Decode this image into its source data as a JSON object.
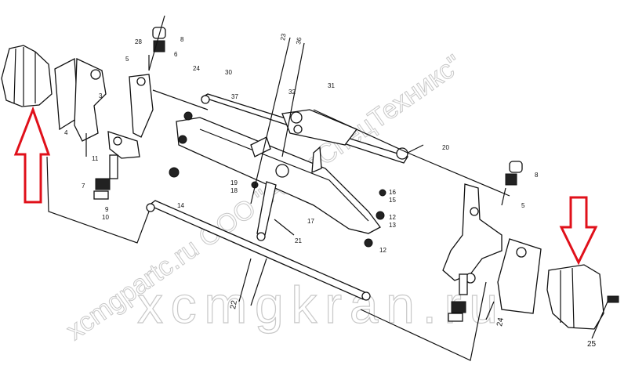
{
  "diagram": {
    "title": "Axle steering linkage exploded view",
    "accent_color": "#e0101a",
    "part_labels": {
      "p23": "23",
      "p36": "36",
      "p22": "22",
      "p21": "21",
      "p24": "24",
      "p25": "25",
      "p12a": "12",
      "p12b": "12",
      "p13": "13",
      "p15": "15",
      "p16": "16",
      "p17": "17",
      "p14": "14",
      "p31": "31",
      "p32": "32",
      "p20": "20",
      "p5a": "5",
      "p5b": "5",
      "p8a": "8",
      "p8b": "8",
      "p28": "28",
      "p6": "6",
      "p7": "7",
      "p9": "9",
      "p10": "10",
      "p11": "11",
      "p18": "18",
      "p19": "19",
      "p30": "30",
      "p24b": "24",
      "p37": "37",
      "p3": "3",
      "p4": "4"
    },
    "watermarks": {
      "site1": "xcmgpartc.ru ООО \"АмурСпецТехникс\"",
      "site2": "xcmgkran.ru"
    },
    "arrows": {
      "left": "up-arrow",
      "right": "down-arrow"
    }
  }
}
